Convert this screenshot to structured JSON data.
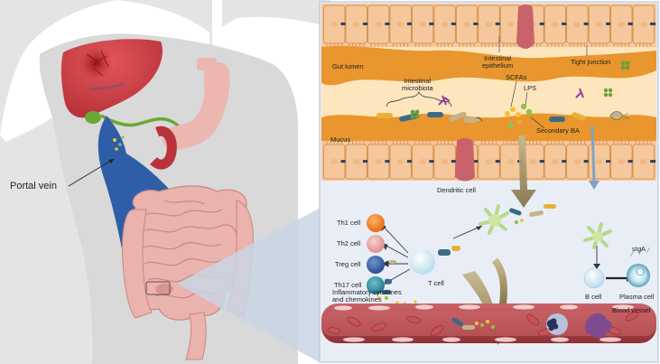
{
  "left_labels": {
    "portal_vein": "Portal vein"
  },
  "gut_labels": {
    "gut_lumen": "Gut lumen",
    "intestinal_epithelium": "Intestinal\nepithelium",
    "tight_junction": "Tight junction",
    "intestinal_microbiota": "Intestinal\nmicrobiota",
    "scfas": "SCFAs",
    "lps": "LPS",
    "secondary_ba": "Secondary BA",
    "mucus": "Mucus"
  },
  "immune_labels": {
    "dendritic_cell": "Dendritic cell",
    "t_cell": "T cell",
    "th1": "Th1 cell",
    "th2": "Th2 cell",
    "treg": "Treg cell",
    "th17": "Th17 cell",
    "cytokines": "Inflammatory cytokines\nand chemokines",
    "siga": "sIgA",
    "b_cell": "B cell",
    "plasma_cell": "Plasma cell",
    "blood_vessel": "Blood vessel"
  },
  "colors": {
    "body_silhouette": "#e4e4e4",
    "liver": "#d8474c",
    "portal_vein": "#2f5ea8",
    "intestine": "#eab3ae",
    "panel_bg": "#e9eef6",
    "epithelium_cell": "#f5c79c",
    "mucus_layer": "#e8962d",
    "lumen": "#fde6bd",
    "blood_vessel": "#b54a4e",
    "th1": "#f07a1b",
    "th2": "#eaa4a1",
    "treg": "#35619e",
    "th17": "#2f8a9e"
  }
}
